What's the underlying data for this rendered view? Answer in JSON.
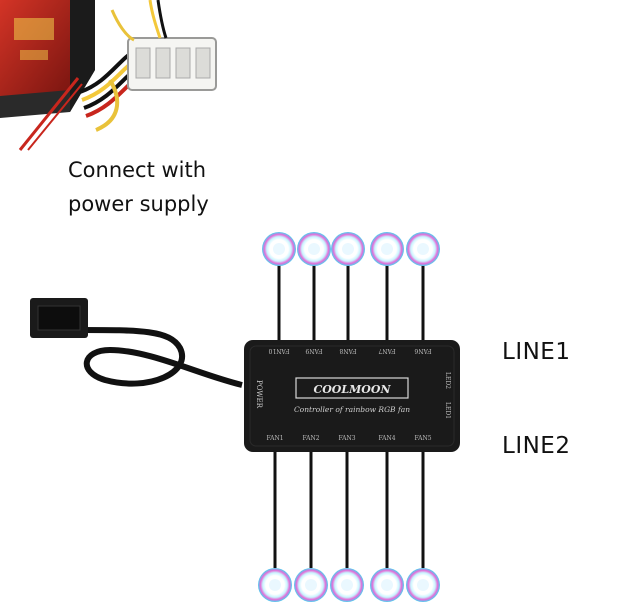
{
  "caption": {
    "line1": "Connect with",
    "line2": "power supply"
  },
  "hub": {
    "brand": "COOLMOON",
    "subtitle": "Controller of rainbow RGB fan",
    "power_label": "POWER",
    "top_ports": [
      "FAN10",
      "FAN9",
      "FAN8",
      "FAN7",
      "FAN6"
    ],
    "bottom_ports": [
      "FAN1",
      "FAN2",
      "FAN3",
      "FAN4",
      "FAN5"
    ],
    "led_ports": [
      "LED2",
      "LED1"
    ]
  },
  "lines": {
    "line1": "LINE1",
    "line2": "LINE2"
  },
  "colors": {
    "hub_body": "#1a1a1a",
    "cable": "#111111",
    "psu_red": "#c8261d",
    "fan_ring_pink": "#e36dd8",
    "fan_ring_cyan": "#49d3f0"
  }
}
